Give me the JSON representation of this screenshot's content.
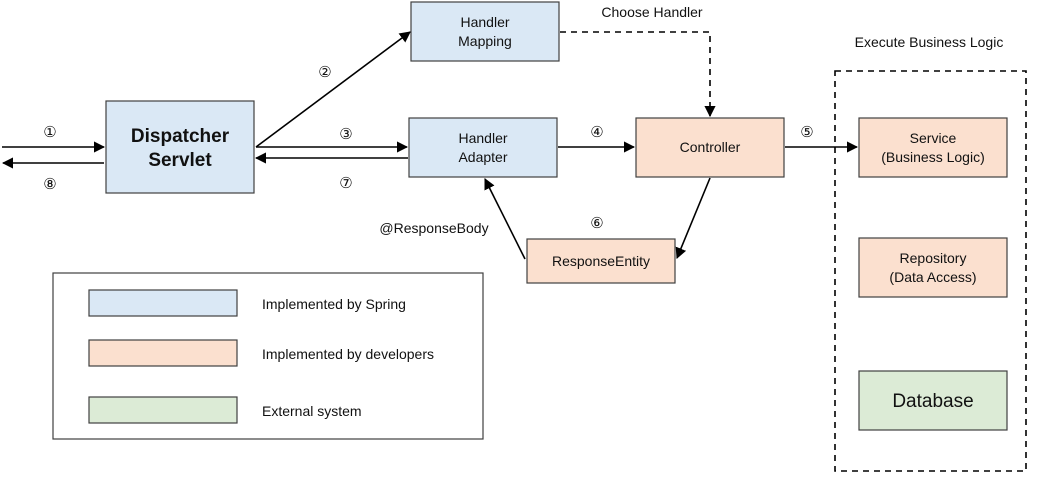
{
  "colors": {
    "spring": "#dae8f5",
    "developer": "#fbe0cf",
    "external": "#dcebd6",
    "stroke": "#404040"
  },
  "nodes": {
    "dispatcher": {
      "line1": "Dispatcher",
      "line2": "Servlet"
    },
    "handler_mapping": {
      "line1": "Handler",
      "line2": "Mapping"
    },
    "handler_adapter": {
      "line1": "Handler",
      "line2": "Adapter"
    },
    "controller": {
      "label": "Controller"
    },
    "response_entity": {
      "label": "ResponseEntity"
    },
    "service": {
      "line1": "Service",
      "line2": "(Business Logic)"
    },
    "repository": {
      "line1": "Repository",
      "line2": "(Data Access)"
    },
    "database": {
      "label": "Database"
    }
  },
  "annotations": {
    "choose_handler": "Choose Handler",
    "execute_business_logic": "Execute Business Logic",
    "response_body": "@ResponseBody"
  },
  "steps": [
    "①",
    "②",
    "③",
    "④",
    "⑤",
    "⑥",
    "⑦",
    "⑧"
  ],
  "legend": {
    "items": [
      {
        "label": "Implemented by Spring"
      },
      {
        "label": "Implemented by developers"
      },
      {
        "label": "External system"
      }
    ]
  }
}
